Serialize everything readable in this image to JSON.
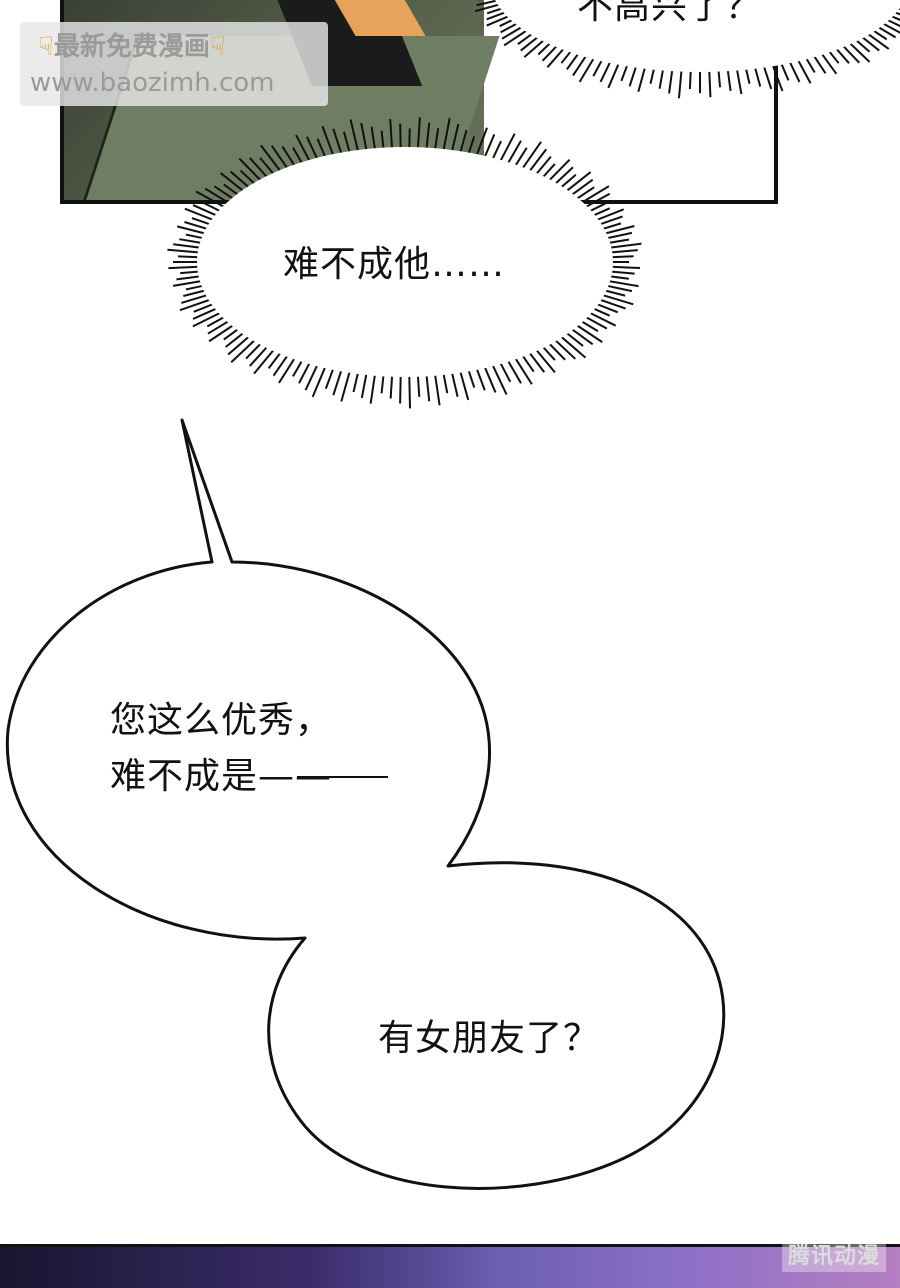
{
  "watermark": {
    "left_icon": "pointing-hand-icon",
    "right_icon": "pointing-hand-icon",
    "title": "最新免费漫画",
    "url": "www.baozimh.com"
  },
  "panel_top": {
    "clipped_text": "不高兴了？"
  },
  "thought_bubble": {
    "text": "难不成他……"
  },
  "speech_bubble_1": {
    "line1": "您这么优秀，",
    "line2": "难不成是——"
  },
  "speech_bubble_2": {
    "text": "有女朋友了？"
  },
  "bottom_logo": {
    "text": "腾讯动漫"
  }
}
